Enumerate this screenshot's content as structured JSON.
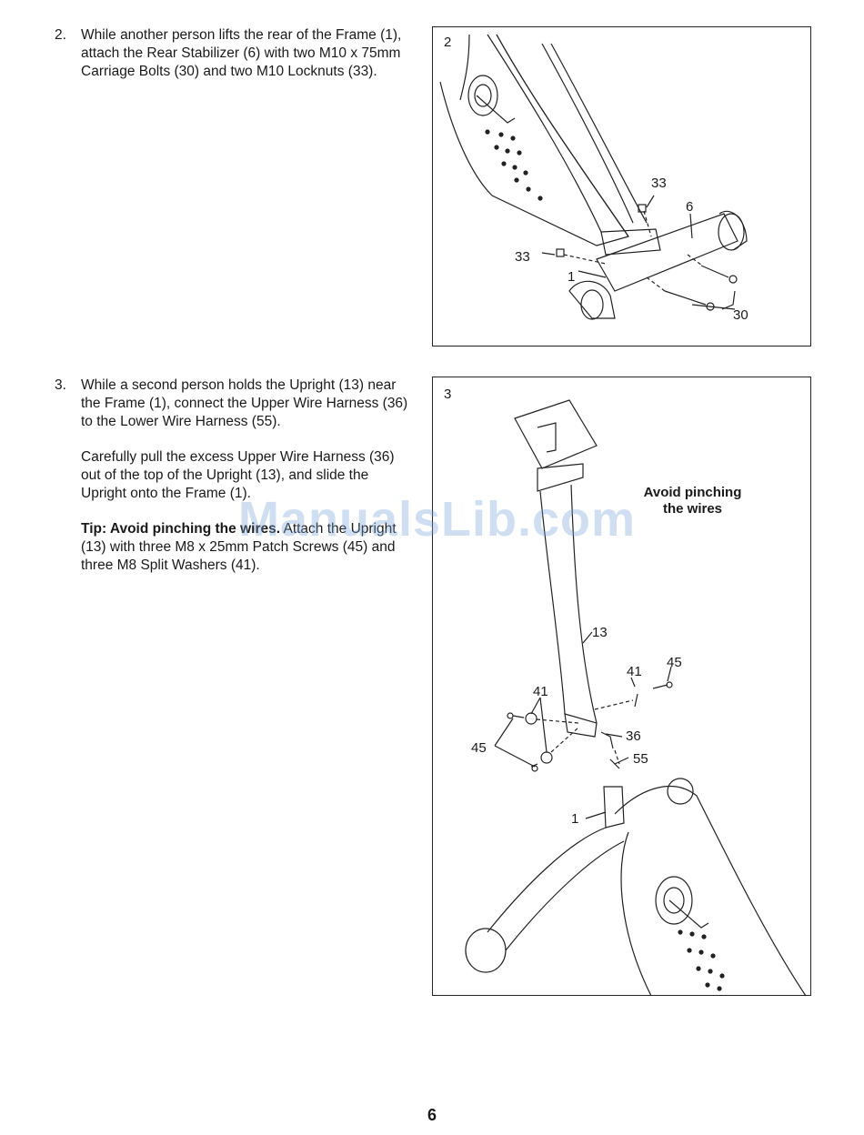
{
  "step2": {
    "number": "2.",
    "text": "While another person lifts the rear of the Frame (1), attach the Rear Stabilizer (6) with two M10 x 75mm Carriage Bolts (30) and two M10 Locknuts (33)."
  },
  "step3": {
    "number": "3.",
    "para1": "While a second person holds the Upright (13) near the Frame (1), connect the Upper Wire Harness (36) to the Lower Wire Harness (55).",
    "para2": "Carefully pull the excess Upper Wire Harness (36) out of the top of the Upright (13), and slide the Upright onto the Frame (1).",
    "tip_bold": "Tip: Avoid pinching the wires.",
    "tip_rest": " Attach the Upright (13) with three M8 x 25mm Patch Screws (45) and three M8 Split Washers (41)."
  },
  "figure2": {
    "number": "2",
    "callouts": {
      "locknut_top": "33",
      "stabilizer": "6",
      "locknut_left": "33",
      "frame": "1",
      "bolts": "30"
    }
  },
  "figure3": {
    "number": "3",
    "note_line1": "Avoid pinching",
    "note_line2": "the wires",
    "callouts": {
      "upright": "13",
      "washer_right": "41",
      "screw_right": "45",
      "washer_left": "41",
      "screw_left": "45",
      "upper_harness": "36",
      "lower_harness": "55",
      "frame": "1"
    }
  },
  "watermark": "ManualsLib.com",
  "page_number": "6"
}
